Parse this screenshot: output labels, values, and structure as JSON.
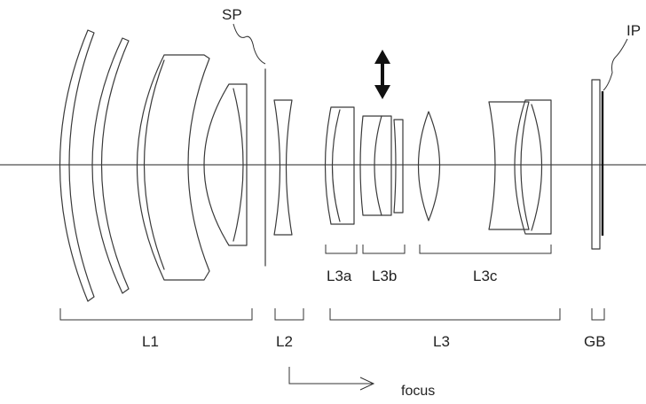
{
  "labels": {
    "sp": "SP",
    "ip": "IP",
    "l1": "L1",
    "l2": "L2",
    "l3": "L3",
    "gb": "GB",
    "l3a": "L3a",
    "l3b": "L3b",
    "l3c": "L3c",
    "focus": "focus"
  },
  "colors": {
    "line": "#3a3a3a",
    "text": "#222222",
    "background": "#ffffff"
  },
  "icons": {
    "focus_direction_arrow": "double-headed-vertical-arrow",
    "focus_motion_arrow": "right-arrow"
  }
}
